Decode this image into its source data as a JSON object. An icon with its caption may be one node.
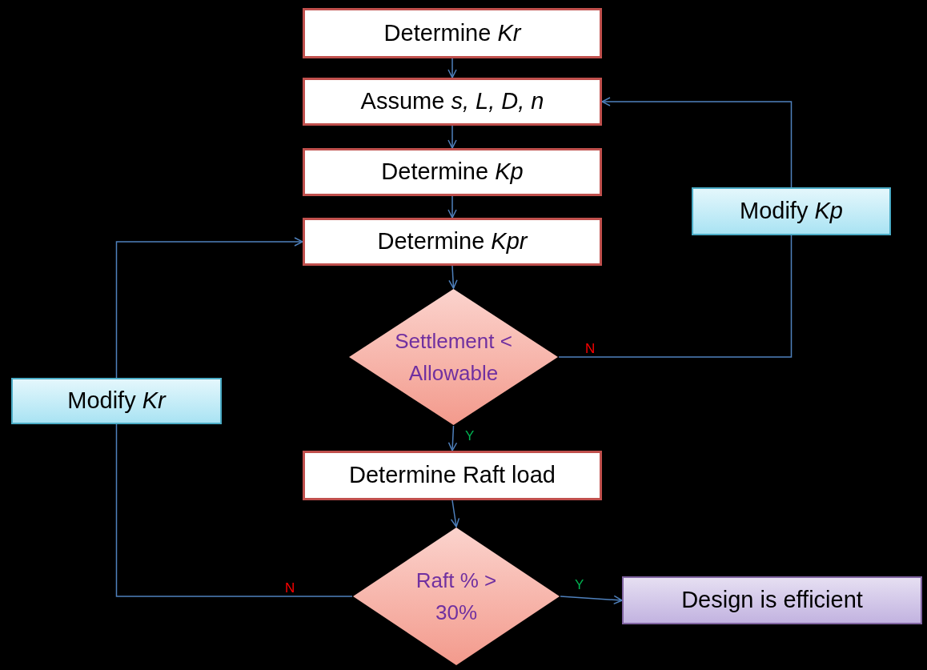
{
  "diagram": {
    "nodes": [
      {
        "text": [
          "Determine *Kr*"
        ]
      },
      {
        "text": [
          "Assume *s, L, D, n*"
        ]
      },
      {
        "text": [
          "Determine *Kp*"
        ]
      },
      {
        "text": [
          "Determine *Kpr*"
        ]
      },
      {
        "text": [
          "Settlement < Allowable"
        ]
      },
      {
        "text": [
          "Determine Raft load"
        ]
      },
      {
        "text": [
          "Raft % > 30%"
        ]
      },
      {
        "text": [
          "Design is efficient"
        ]
      },
      {
        "text": [
          "Modify *Kp*"
        ]
      },
      {
        "text": [
          "Modify *Kr*"
        ]
      }
    ],
    "edges": [
      {
        "from": 0,
        "to": 1,
        "arrow": "to"
      },
      {
        "from": 1,
        "to": 2,
        "arrow": "to"
      },
      {
        "from": 2,
        "to": 3,
        "arrow": "to"
      },
      {
        "from": 3,
        "to": 4,
        "arrow": "to"
      },
      {
        "from": 4,
        "to": 5,
        "arrow": "to",
        "label": "Y"
      },
      {
        "from": 5,
        "to": 6,
        "arrow": "to"
      },
      {
        "from": 6,
        "to": 7,
        "arrow": "to",
        "label": "Y"
      },
      {
        "from": 4,
        "to": 8,
        "arrow": "none",
        "label": "N"
      },
      {
        "from": 8,
        "to": 1,
        "arrow": "to"
      },
      {
        "from": 6,
        "to": 9,
        "arrow": "none",
        "label": "N"
      },
      {
        "from": 9,
        "to": 3,
        "arrow": "to"
      }
    ]
  }
}
